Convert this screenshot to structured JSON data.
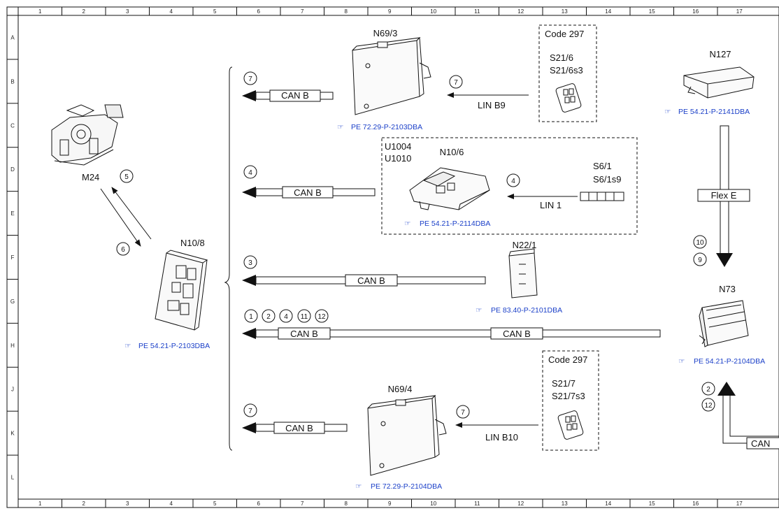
{
  "grid": {
    "columns": [
      "1",
      "2",
      "3",
      "4",
      "5",
      "6",
      "7",
      "8",
      "9",
      "10",
      "11",
      "12",
      "13",
      "14",
      "15",
      "16",
      "17"
    ],
    "rows": [
      "A",
      "B",
      "C",
      "D",
      "E",
      "F",
      "G",
      "H",
      "J",
      "K",
      "L"
    ]
  },
  "colors": {
    "component_label": "#1a3fc8",
    "reference": "#1a3fc8",
    "line": "#111111"
  },
  "components": {
    "m24": {
      "label": "M24"
    },
    "n10_8": {
      "label": "N10/8",
      "ref": "PE 54.21-P-2103DBA"
    },
    "n69_3": {
      "label": "N69/3",
      "ref": "PE 72.29-P-2103DBA"
    },
    "n69_4": {
      "label": "N69/4",
      "ref": "PE 72.29-P-2104DBA"
    },
    "n10_6": {
      "label": "N10/6",
      "ref": "PE 54.21-P-2114DBA",
      "codes": [
        "U1004",
        "U1010"
      ]
    },
    "n22_1": {
      "label": "N22/1",
      "ref": "PE 83.40-P-2101DBA"
    },
    "n127": {
      "label": "N127",
      "ref": "PE 54.21-P-2141DBA"
    },
    "n73": {
      "label": "N73",
      "ref": "PE 54.21-P-2104DBA"
    }
  },
  "code_boxes": {
    "upper": {
      "title": "Code 297",
      "switches": [
        "S21/6",
        "S21/6s3"
      ]
    },
    "lower": {
      "title": "Code 297",
      "switches": [
        "S21/7",
        "S21/7s3"
      ]
    },
    "n10_6_switch": {
      "switches": [
        "S6/1",
        "S6/1s9"
      ]
    }
  },
  "buses": {
    "can_b": "CAN B",
    "can_b_partial": "CAN",
    "lin_b9": "LIN B9",
    "lin_b10": "LIN B10",
    "lin_1": "LIN 1",
    "flex_e": "Flex E"
  },
  "markers": {
    "row_b": [
      "7"
    ],
    "row_b_lin": [
      "7"
    ],
    "row_d": [
      "4"
    ],
    "row_d_lin": [
      "4"
    ],
    "row_f": [
      "3"
    ],
    "row_h": [
      "1",
      "2",
      "4",
      "11",
      "12"
    ],
    "row_k": [
      "7"
    ],
    "row_k_lin": [
      "7"
    ],
    "m24_up": [
      "5"
    ],
    "m24_down": [
      "6"
    ],
    "flex": [
      "10",
      "9"
    ],
    "n73_in": [
      "2",
      "12"
    ]
  }
}
